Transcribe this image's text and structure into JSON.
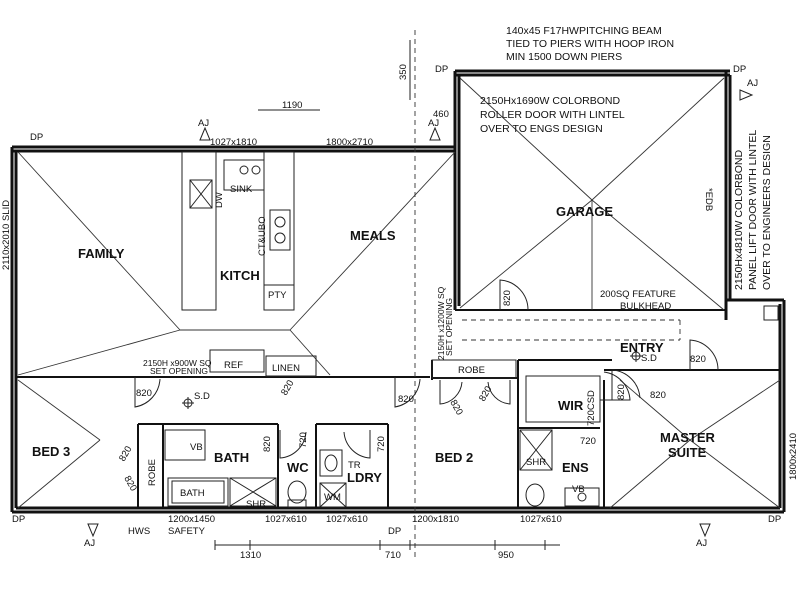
{
  "notes": {
    "beam": [
      "140x45 F17HWPITCHING BEAM",
      "TIED TO PIERS WITH HOOP IRON",
      "MIN 1500 DOWN PIERS"
    ],
    "garage_door": [
      "2150Hx1690W COLORBOND",
      "ROLLER DOOR WITH LINTEL",
      "OVER TO ENGS DESIGN"
    ],
    "panel_door": [
      "2150Hx4810W COLORBOND",
      "PANEL LIFT DOOR WITH LINTEL",
      "OVER TO ENGINEERS DESIGN"
    ],
    "bulkhead": [
      "200SQ FEATURE",
      "BULKHEAD"
    ],
    "opening_family": [
      "2150H x900W SQ",
      "SET OPENING"
    ],
    "opening_hall": [
      "2150H x1200W SQ",
      "SET OPENING"
    ]
  },
  "rooms": {
    "family": "FAMILY",
    "meals": "MEALS",
    "kitch": "KITCH",
    "garage": "GARAGE",
    "entry": "ENTRY",
    "bed3": "BED 3",
    "bath": "BATH",
    "wc": "WC",
    "ldry": "LDRY",
    "bed2": "BED 2",
    "wir": "WIR",
    "ens": "ENS",
    "master": [
      "MASTER",
      "SUITE"
    ]
  },
  "fixtures": {
    "sink": "SINK",
    "dw": "DW",
    "ctubo": "CT&UBO",
    "pty": "PTY",
    "ref": "REF",
    "linen": "LINEN",
    "robe_bed2": "ROBE",
    "robe_bed3": "ROBE",
    "vb_bath": "VB",
    "bath_tub": "BATH",
    "shr_bath": "SHR",
    "tr": "TR",
    "wm": "WM",
    "shr_ens": "SHR",
    "vb_ens": "VB",
    "hws": "HWS",
    "edb": "*EDB",
    "sd1": "S.D",
    "sd2": "S.D"
  },
  "windows": {
    "family_top": "1027x1810",
    "meals_top": "1800x2710",
    "bed3_bottom": "1200x1450",
    "safety": "SAFETY",
    "wc_bottom": "1027x610",
    "ldry_bottom": "1027x610",
    "bed2_bottom": "1200x1810",
    "ens_bottom": "1027x610",
    "family_left": "2110x2010 SLID",
    "master_right": "1800x2410",
    "ens_window": "720CSD"
  },
  "dims": {
    "d1190": "1190",
    "d350": "350",
    "d460": "460",
    "d1310": "1310",
    "d710": "710",
    "d950": "950"
  },
  "doors": {
    "garage_side": "820",
    "entry": "820",
    "family_hall": "820",
    "hall_bed2": "820",
    "robe_a": "820",
    "robe_b": "820",
    "linen": "820",
    "bed3_robe_a": "820",
    "bed3_robe_b": "820",
    "bath": "820",
    "wc": "720",
    "ldry": "720",
    "wir": "820",
    "ens": "720",
    "master": "820"
  },
  "markers": {
    "dp": "DP",
    "aj": "AJ"
  }
}
